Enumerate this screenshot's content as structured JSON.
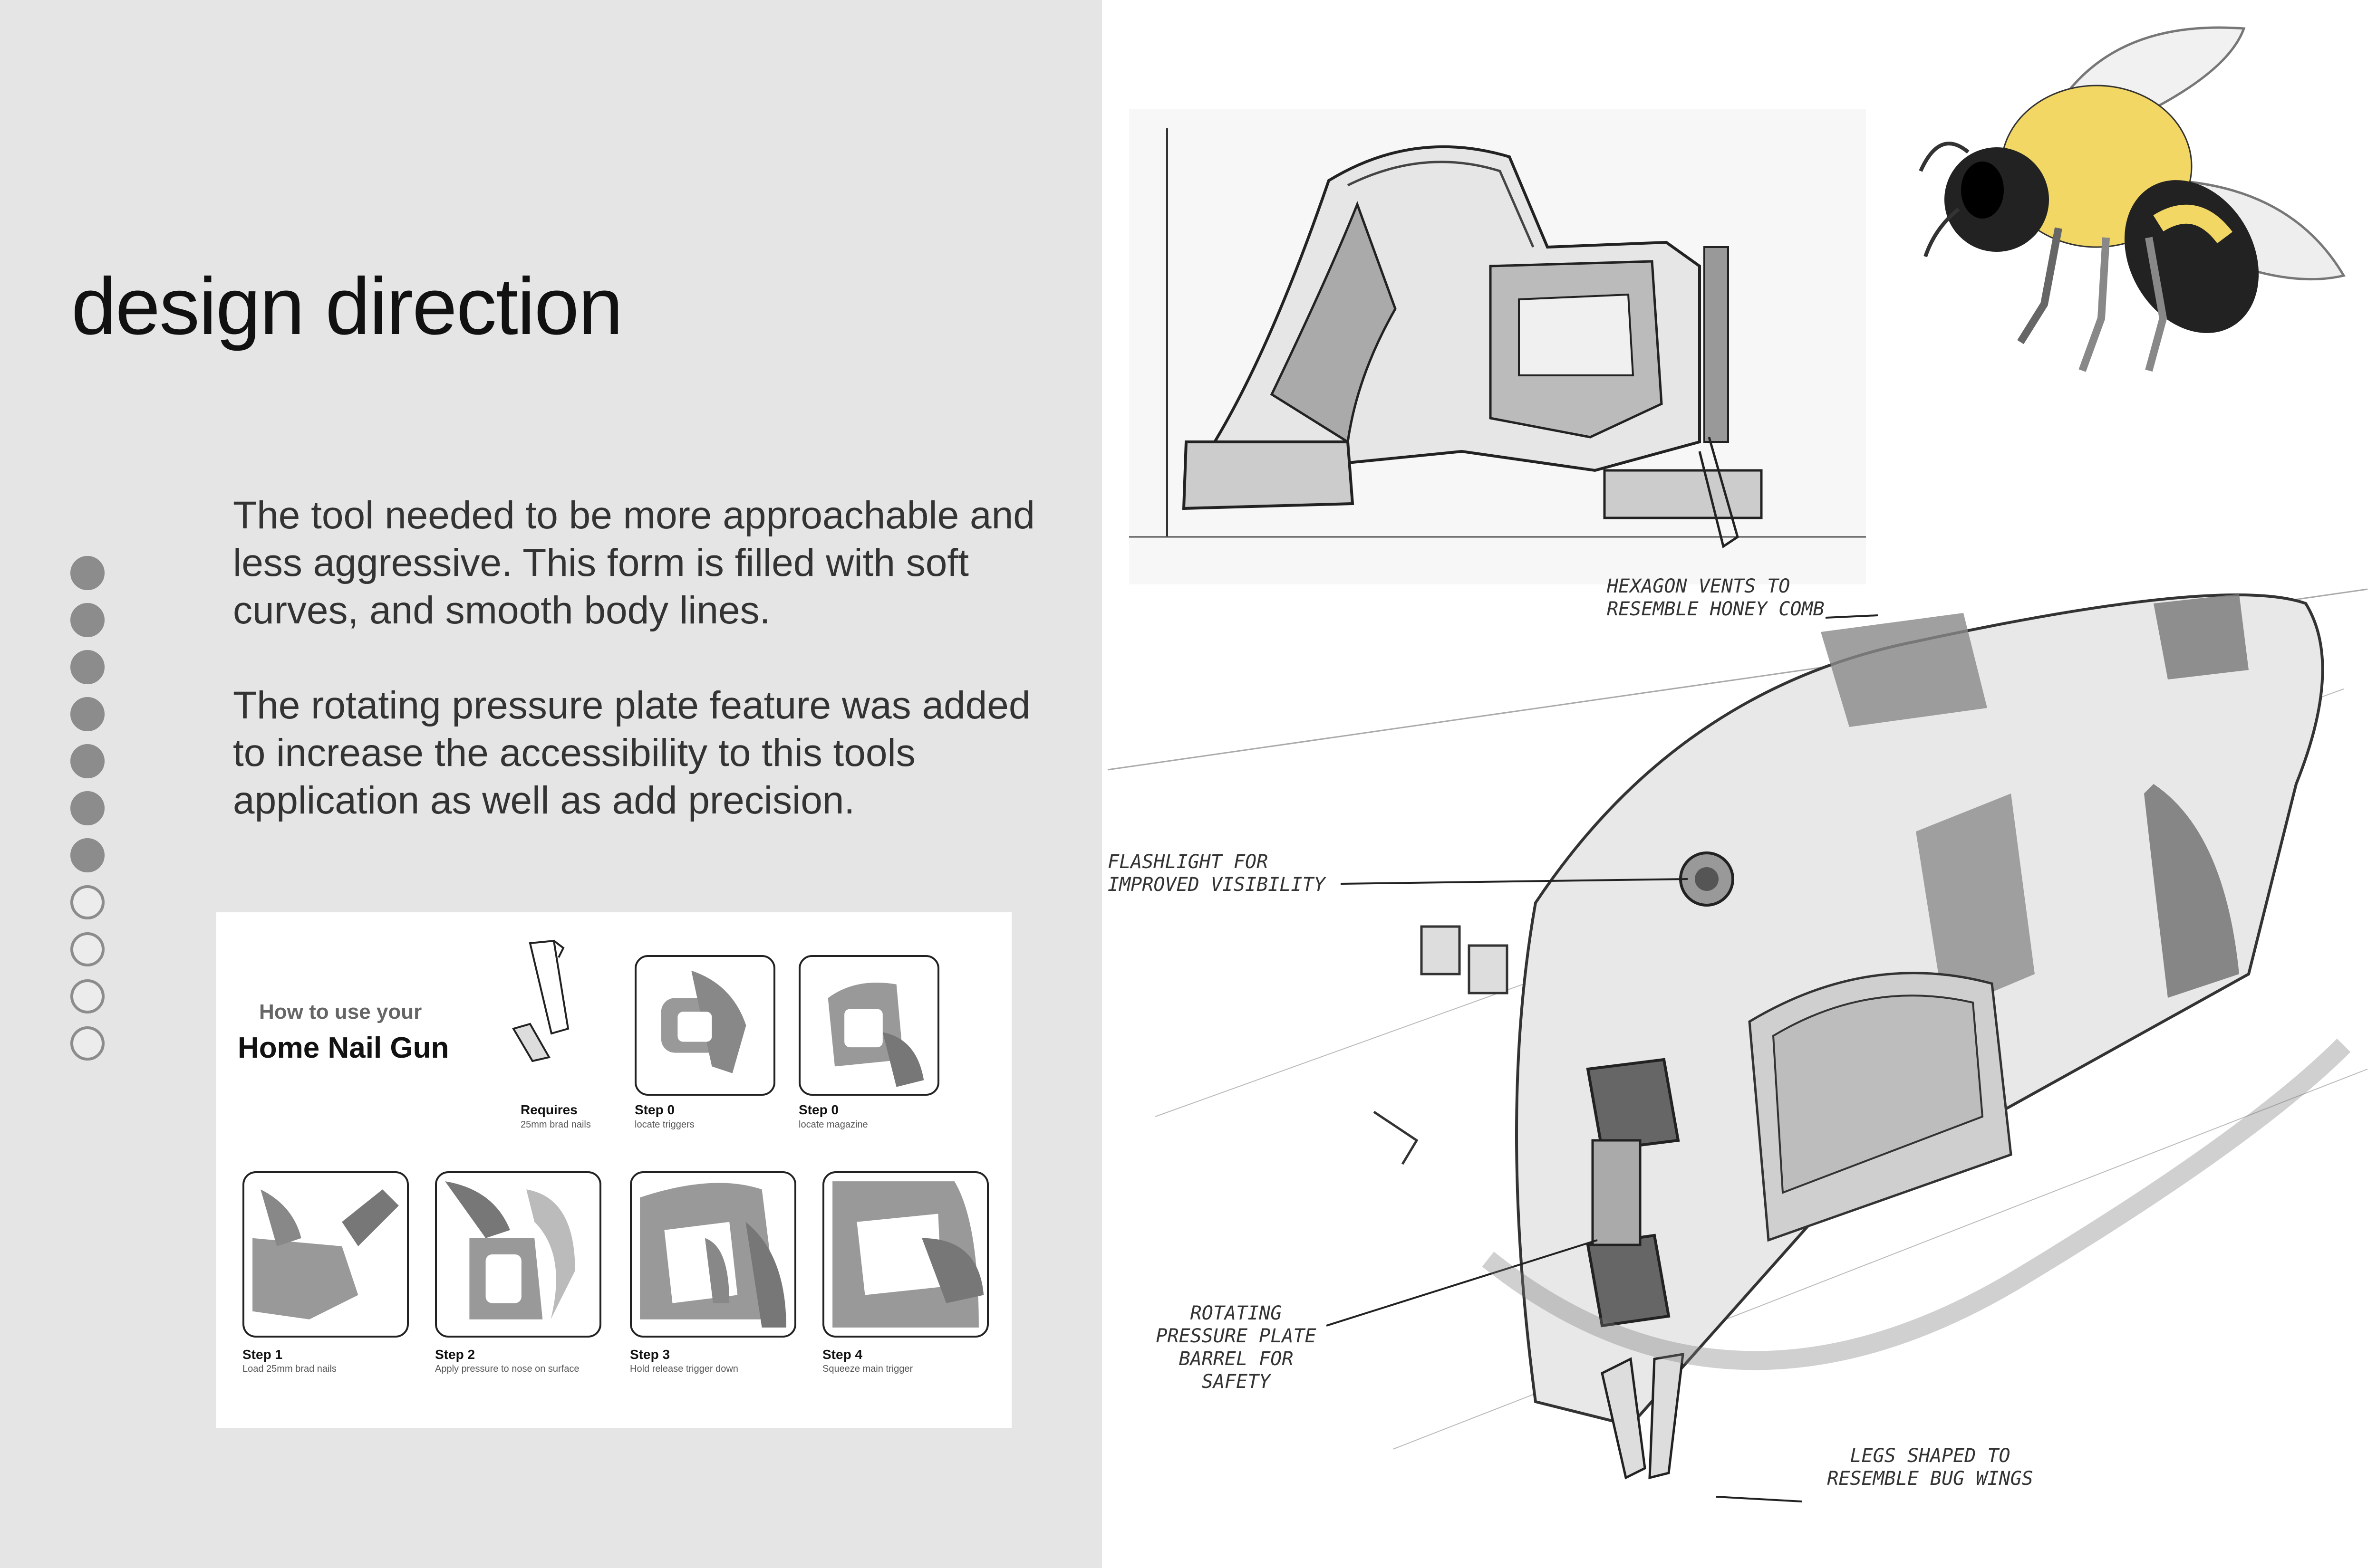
{
  "page": {
    "title": "design direction",
    "paragraphs": [
      "The tool needed to be more approachable and less aggressive. This form is filled with soft curves, and smooth body lines.",
      "The rotating pressure plate feature was added to increase the accessibility to this tools application as well as add precision."
    ],
    "pagination": {
      "total": 11,
      "filled": 7
    }
  },
  "guide": {
    "subtitle": "How to use your",
    "title": "Home Nail Gun",
    "steps": [
      {
        "label": "Requires",
        "caption": "25mm brad nails"
      },
      {
        "label": "Step 0",
        "caption": "locate triggers"
      },
      {
        "label": "Step 0",
        "caption": "locate magazine"
      },
      {
        "label": "Step 1",
        "caption": "Load 25mm brad nails"
      },
      {
        "label": "Step 2",
        "caption": "Apply pressure to nose on surface"
      },
      {
        "label": "Step 3",
        "caption": "Hold release trigger down"
      },
      {
        "label": "Step 4",
        "caption": "Squeeze main trigger"
      }
    ]
  },
  "annotations": {
    "hexagon": "Hexagon vents to resemble honey comb",
    "flashlight": "Flashlight for improved visibility",
    "rotating": "Rotating pressure plate barrel for safety",
    "legs": "Legs shaped to resemble bug wings"
  },
  "colors": {
    "panel": "#e5e5e5",
    "dot": "#8c8c8c",
    "bee_yellow": "#f2d764"
  },
  "icons": [
    "bee-illustration",
    "nail-gun-side-sketch",
    "nail-gun-perspective-sketch"
  ]
}
